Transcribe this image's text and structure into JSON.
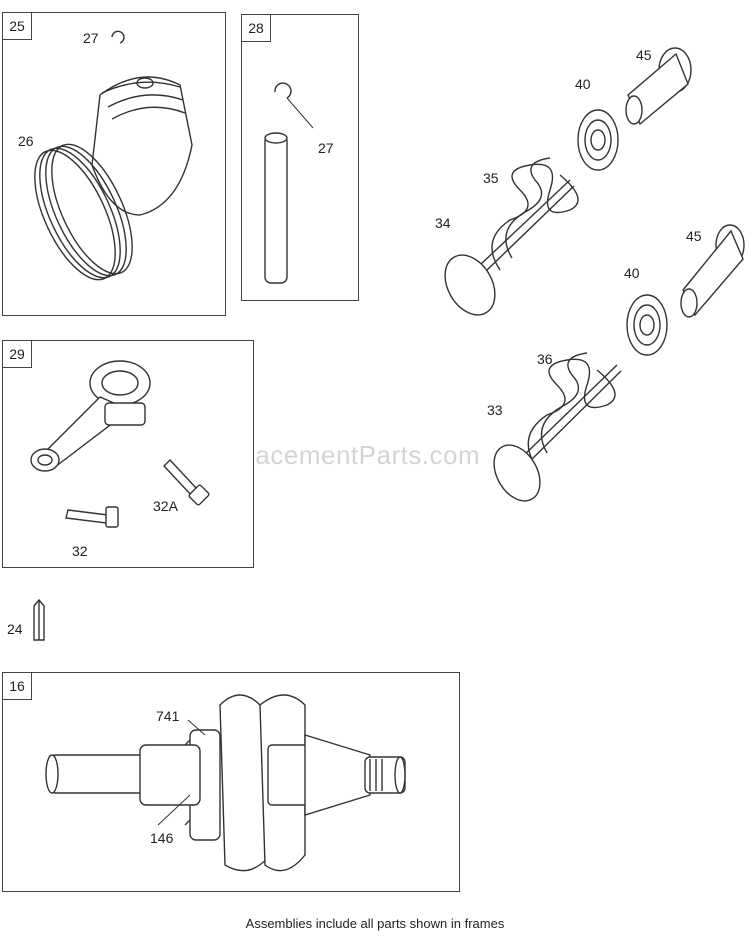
{
  "frames": {
    "piston": "25",
    "pin": "28",
    "rod": "29",
    "crank": "16"
  },
  "callouts": {
    "retainer_piston": "27",
    "rings": "26",
    "retainer_pin": "27",
    "rod_bolt": "32",
    "rod_bolt_alt": "32A",
    "key": "24",
    "intake_valve": "34",
    "intake_spring": "35",
    "intake_retainer": "40",
    "intake_tappet": "45",
    "exhaust_valve": "33",
    "exhaust_spring": "36",
    "exhaust_retainer": "40",
    "exhaust_tappet": "45",
    "crank_gear": "741",
    "crank_timing": "146"
  },
  "watermark": "eReplacementParts.com",
  "footer": "Assemblies include all parts shown in frames"
}
